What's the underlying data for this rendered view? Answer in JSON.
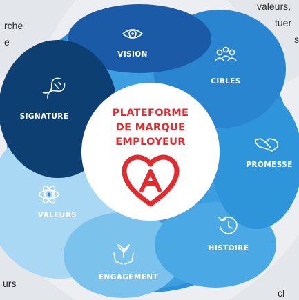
{
  "background_fragments": {
    "top_left": [
      "rche",
      "e"
    ],
    "top_right": [
      "valeurs,",
      "tuer",
      "s"
    ],
    "bottom_left": "urs",
    "bottom_right": "cl"
  },
  "wheel": {
    "center_title": [
      "PLATEFORME",
      "DE MARQUE",
      "EMPLOYEUR"
    ],
    "segments": [
      {
        "label": "VISION",
        "icon": "eye-icon",
        "color": "#1a5aa6"
      },
      {
        "label": "CIBLES",
        "icon": "people-icon",
        "color": "#2a85d0"
      },
      {
        "label": "PROMESSE",
        "icon": "handshake-icon",
        "color": "#3a9ee0"
      },
      {
        "label": "HISTOIRE",
        "icon": "history-clock-icon",
        "color": "#4aa9e4"
      },
      {
        "label": "ENGAGEMENT",
        "icon": "hands-plant-icon",
        "color": "#7bc2ec"
      },
      {
        "label": "VALEURS",
        "icon": "atom-icon",
        "color": "#a9d8f4"
      },
      {
        "label": "SIGNATURE",
        "icon": "dna-icon",
        "color": "#0d3f73"
      }
    ]
  },
  "colors": {
    "brand_red": "#e12b2e",
    "ring_outer": "#2e8fd6",
    "center_fill": "#ffffff"
  }
}
